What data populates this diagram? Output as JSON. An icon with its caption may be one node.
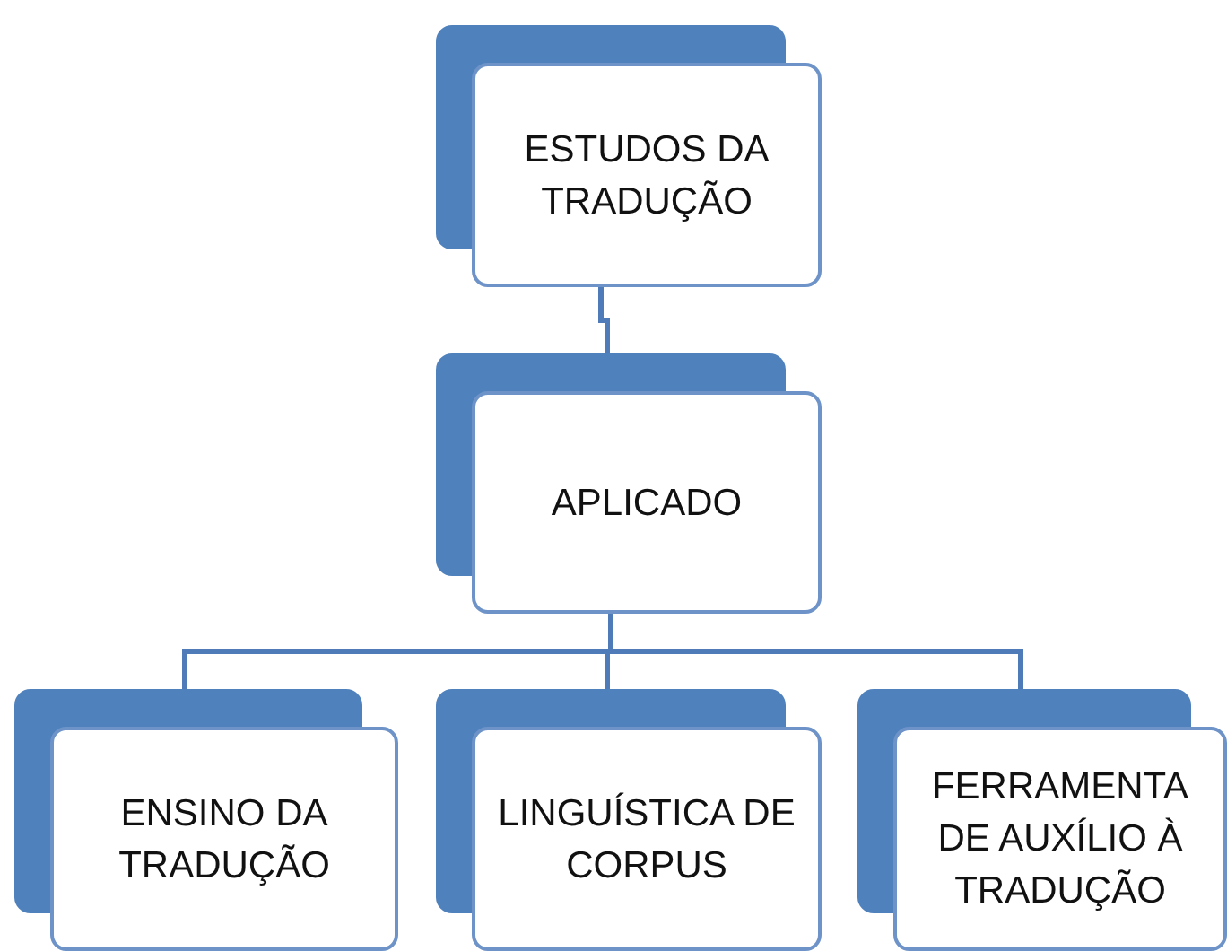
{
  "diagram": {
    "nodes": [
      {
        "text": [
          "ESTUDOS DA TRADUÇÃO"
        ]
      },
      {
        "text": [
          "APLICADO"
        ]
      },
      {
        "text": [
          "ENSINO DA TRADUÇÃO"
        ]
      },
      {
        "text": [
          "LINGUÍSTICA DE CORPUS"
        ]
      },
      {
        "text": [
          "FERRAMENTA DE AUXÍLIO À TRADUÇÃO"
        ]
      }
    ],
    "edges": [
      {
        "from": 0,
        "to": 1,
        "arrow": "none"
      },
      {
        "from": 1,
        "to": 2,
        "arrow": "none"
      },
      {
        "from": 1,
        "to": 3,
        "arrow": "none"
      },
      {
        "from": 1,
        "to": 4,
        "arrow": "none"
      }
    ]
  }
}
